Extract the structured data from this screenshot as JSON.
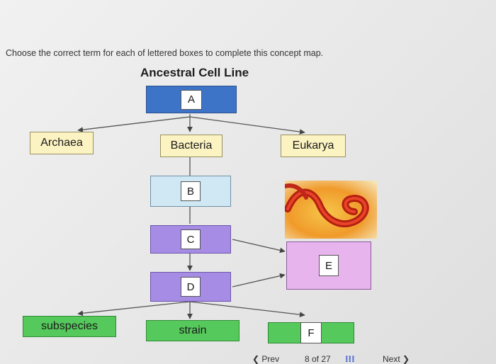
{
  "instructions": "Choose the correct term for each of lettered boxes to complete this concept map.",
  "map_title": "Ancestral Cell Line",
  "boxes": {
    "a": "A",
    "b": "B",
    "c": "C",
    "d": "D",
    "e": "E",
    "f": "F",
    "archaea": "Archaea",
    "bacteria": "Bacteria",
    "eukarya": "Eukarya",
    "subspecies": "subspecies",
    "strain": "strain"
  },
  "navigation": {
    "prev_label": "Prev",
    "page_counter": "8 of 27",
    "next_label": "Next"
  },
  "icons": {
    "prev": "chevron-left-icon",
    "grid": "grid-icon",
    "next": "chevron-right-icon"
  },
  "colors": {
    "blue": "#3d74c8",
    "yellow": "#fcf3c2",
    "light_blue": "#cfe8f4",
    "purple": "#a78ce6",
    "pink": "#e8b4ee",
    "green": "#56c95c"
  }
}
